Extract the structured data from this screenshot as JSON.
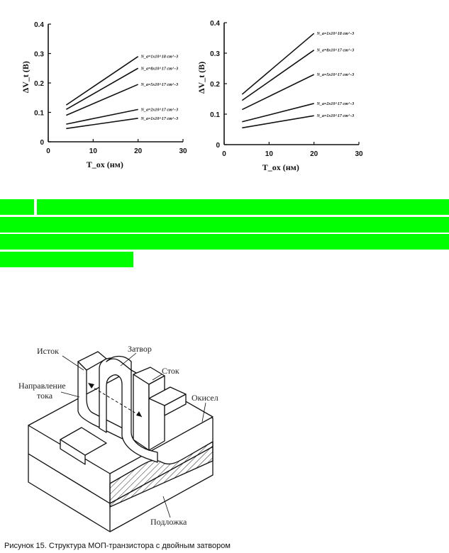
{
  "chart_data": [
    {
      "type": "line",
      "xlabel": "T_ox (нм)",
      "ylabel": "ΔV_t (В)",
      "xlim": [
        0,
        30
      ],
      "ylim": [
        0,
        0.4
      ],
      "xticks": [
        "0",
        "10",
        "20",
        "30"
      ],
      "yticks": [
        "0",
        "0.1",
        "0.2",
        "0.3",
        "0.4"
      ],
      "x": [
        4,
        20
      ],
      "series": [
        {
          "name": "N_a=1x10^18 cm^-3",
          "values": [
            0.125,
            0.29
          ]
        },
        {
          "name": "N_a=8x10^17 cm^-3",
          "values": [
            0.11,
            0.25
          ]
        },
        {
          "name": "N_a=5x10^17 cm^-3",
          "values": [
            0.09,
            0.195
          ]
        },
        {
          "name": "N_a=2x10^17 cm^-3",
          "values": [
            0.06,
            0.11
          ]
        },
        {
          "name": "N_a=1x10^17 cm^-3",
          "values": [
            0.045,
            0.08
          ]
        }
      ]
    },
    {
      "type": "line",
      "xlabel": "T_ox (нм)",
      "ylabel": "ΔV_t (В)",
      "xlim": [
        0,
        30
      ],
      "ylim": [
        0,
        0.4
      ],
      "xticks": [
        "0",
        "10",
        "20",
        "30"
      ],
      "yticks": [
        "0",
        "0.1",
        "0.2",
        "0.3",
        "0.4"
      ],
      "x": [
        4,
        20
      ],
      "series": [
        {
          "name": "N_a=1x10^18 cm^-3",
          "values": [
            0.165,
            0.365
          ]
        },
        {
          "name": "N_a=8x10^17 cm^-3",
          "values": [
            0.145,
            0.31
          ]
        },
        {
          "name": "N_a=5x10^17 cm^-3",
          "values": [
            0.115,
            0.23
          ]
        },
        {
          "name": "N_a=2x10^17 cm^-3",
          "values": [
            0.075,
            0.135
          ]
        },
        {
          "name": "N_a=1x10^17 cm^-3",
          "values": [
            0.055,
            0.095
          ]
        }
      ]
    }
  ],
  "highlight_color": "#00ff00",
  "diagram": {
    "labels": {
      "source": "Исток",
      "gate": "Затвор",
      "drain": "Сток",
      "current_dir_1": "Направление",
      "current_dir_2": "тока",
      "oxide": "Окисел",
      "substrate": "Подложка"
    }
  },
  "caption": "Рисунок 15. Структура МОП-транзистора с двойным затвором"
}
